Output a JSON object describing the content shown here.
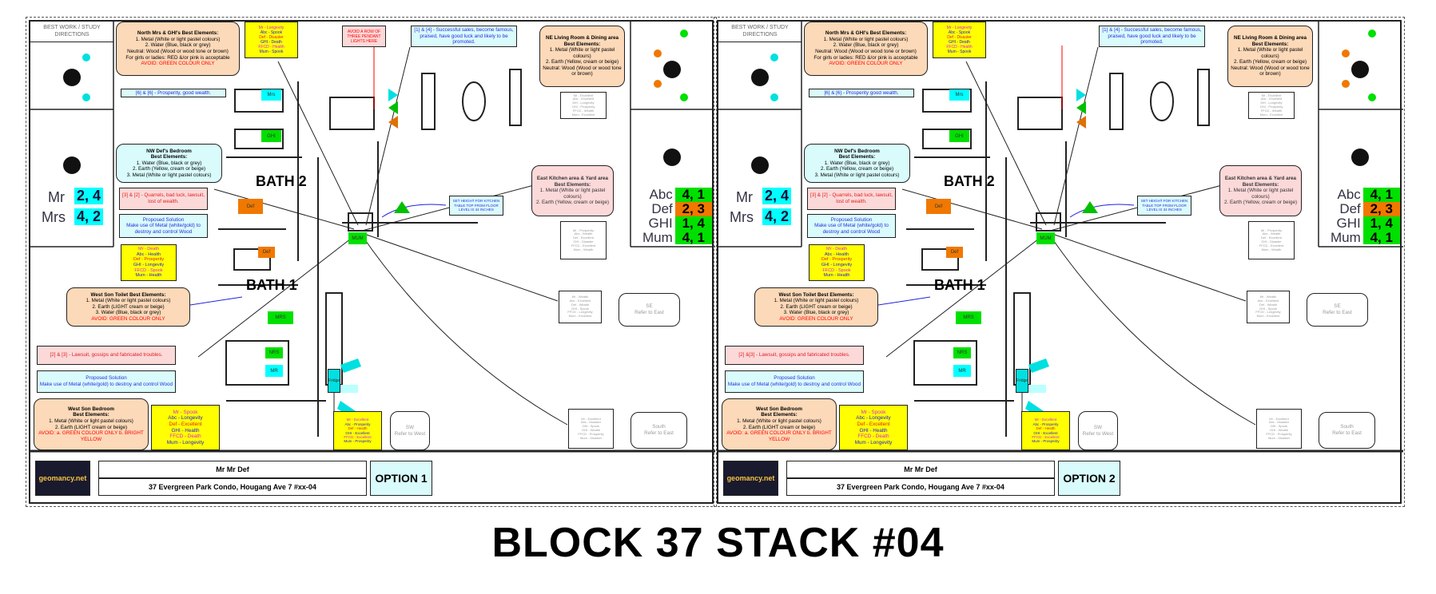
{
  "title": "BLOCK 37 STACK #04",
  "colors": {
    "peach": "#fcd9b8",
    "cyan": "#00ffff",
    "green": "#00e000",
    "orange": "#f07800",
    "yellow": "#ffff00",
    "pink": "#fcd9d9"
  },
  "panels": [
    {
      "option_label": "OPTION 1",
      "client_name": "Mr Mr Def",
      "address": "37 Evergreen Park Condo, Hougang Ave 7 #xx-04",
      "logo_text": "geomancy.net",
      "study_header": "BEST WORK / STUDY DIRECTIONS",
      "mr_label": "Mr",
      "mr_value": "2, 4",
      "mrs_label": "Mrs",
      "mrs_value": "4, 2",
      "family": [
        {
          "name": "Abc",
          "value": "4, 1",
          "color": "#00e000"
        },
        {
          "name": "Def",
          "value": "2, 3",
          "color": "#f07800"
        },
        {
          "name": "GHI",
          "value": "1, 4",
          "color": "#00e000"
        },
        {
          "name": "Mum",
          "value": "4, 1",
          "color": "#00e000"
        }
      ],
      "north_box": [
        "North Mrs & GHI's Best Elements:",
        "1. Metal (White or light pastel colours)",
        "2. Water (Blue, black or grey)",
        "Neutral: Wood (Wood or wood tone or brown)",
        "For girls or ladies: RED &/or pink is acceptable",
        "AVOID: GREEN COLOUR ONLY"
      ],
      "prosperity": "[6] & [6] - Prosperity, good wealth.",
      "avoid_lights": "AVOID A ROW OF THREE PENDANT LIGHTS HERE",
      "sales": "[1] & [4] - Successful sales, become famous, praised, have good luck and likely to be promoted.",
      "ne_box": [
        "NE Living Room & Dining area",
        "Best Elements:",
        "1. Metal (White or light pastel colours)",
        "2. Earth (Yellow, cream or beige)",
        "Neutral: Wood (Wood or wood tone or brown)"
      ],
      "nw_box": [
        "NW Def's Bedroom",
        "Best Elements:",
        "1. Water (Blue, black or grey)",
        "2. Earth (Yellow, cream or beige)",
        "3. Metal (White or light pastel colours)"
      ],
      "quarrels": "[3] & [2] - Quarrels, bad luck, lawsuit, lost of wealth.",
      "solution1": [
        "Proposed Solution",
        "Make use of Metal (white/gold) to destroy and control Wood"
      ],
      "east_box": [
        "East Kitchen area & Yard area",
        "Best Elements:",
        "1. Metal (White or light pastel colours)",
        "2. Earth (Yellow, cream or beige)"
      ],
      "hob_note": "SET HEIGHT FOR KITCHEN TABLE TOP FROM FLOOR LEVEL IS 34 INCHES",
      "toilet_box": [
        "West Son Toilet Best Elements:",
        "1. Metal (White or light pastel colours)",
        "2. Earth (LIGHT cream or beige)",
        "3. Water (Blue, black or grey)",
        "AVOID: GREEN COLOUR ONLY"
      ],
      "lawsuit": "[2] & [3] - Lawsuit, gossips and fabricated troubles.",
      "solution2": [
        "Proposed Solution",
        "Make use of Metal (white/gold) to destroy and control Wood"
      ],
      "son_bedroom": [
        "West Son Bedroom",
        "Best Elements:",
        "1. Metal (White or light pastel colours)",
        "2. Earth (LIGHT cream or beige)",
        "AVOID: a. GREEN COLOUR ONLY b. BRIGHT YELLOW"
      ],
      "yellow_north": [
        "Mr - Longevity",
        "Abc - Spook",
        "Def - Disaster",
        "GHI - Death",
        "FFCD - Health",
        "Mum - Spook"
      ],
      "yellow_nw": [
        "Mr - Death",
        "Abc - Health",
        "Def - Prosperity",
        "GHI - Longevity",
        "FFCD - Spook",
        "Mum - Health"
      ],
      "yellow_west": [
        "Mr - Spook",
        "Abc - Longevity",
        "Def - Excellent",
        "GHI - Health",
        "FFCD - Death",
        "Mum - Longevity"
      ],
      "yellow_sw": [
        "Mr - Excellent",
        "Abc - Prosperity",
        "Def - Health",
        "GHI - Excellent",
        "FFCD - Excellent",
        "Mum - Prosperity"
      ],
      "gray_ne": [
        "Mr - Excellent",
        "Abc - Excellent",
        "Def - Longevity",
        "GHI - Prosperity",
        "FFCD - Wealth",
        "Mum - Excellent"
      ],
      "gray_east": [
        "Mr - Prosperity",
        "Abc - Wealth",
        "Def - Excellent",
        "GHI - Disaster",
        "FFCD - Excellent",
        "Mum - Wealth"
      ],
      "gray_se": [
        "Mr - Wealth",
        "Abc - Excellent",
        "Def - Wealth",
        "GHI - Spook",
        "FFCD - Longevity",
        "Mum - Excellent"
      ],
      "gray_south": [
        "Mr - Excellent",
        "Abc - Disaster",
        "Def - Spook",
        "GHI - Wealth",
        "FFCD - Prosperity",
        "Mum - Disaster"
      ],
      "se_box": [
        "SE",
        "Refer to East"
      ],
      "sw_box": [
        "SW",
        "Refer to West"
      ],
      "south_box": [
        "South",
        "Refer to East"
      ],
      "bath1": "BATH 1",
      "bath2": "BATH 2",
      "rooms": {
        "mrs": "Mrs",
        "ghi": "GHI",
        "def": "Def",
        "def2": "Def",
        "mum": "MUM",
        "mrs_bed": "MRS",
        "nrs": "NRS",
        "mr": "MR",
        "fridge": "Fridge"
      }
    },
    {
      "option_label": "OPTION 2",
      "client_name": "Mr Mr Def",
      "address": "37 Evergreen Park Condo, Hougang Ave 7 #xx-04",
      "logo_text": "geomancy.net",
      "study_header": "BEST WORK / STUDY DIRECTIONS",
      "mr_label": "Mr",
      "mr_value": "2, 4",
      "mrs_label": "Mrs",
      "mrs_value": "4, 2",
      "family": [
        {
          "name": "Abc",
          "value": "4, 1",
          "color": "#00e000"
        },
        {
          "name": "Def",
          "value": "2, 3",
          "color": "#f07800"
        },
        {
          "name": "GHI",
          "value": "1, 4",
          "color": "#00e000"
        },
        {
          "name": "Mum",
          "value": "4, 1",
          "color": "#00e000"
        }
      ],
      "north_box": [
        "North Mrs & GHI's Best Elements:",
        "1. Metal (White or light pastel colours)",
        "2. Water (Blue, black or grey)",
        "Neutral: Wood (Wood or wood tone or brown)",
        "For girls or ladies: RED &/or pink is acceptable",
        "AVOID: GREEN COLOUR ONLY"
      ],
      "prosperity": "[6] & [6] - Prosperity good wealth.",
      "avoid_lights": "",
      "sales": "[1] & [4] - Successful sales, become famous, praised, have good luck and likely to be promoted.",
      "ne_box": [
        "NE Living Room & Dining area",
        "Best Elements:",
        "1. Metal (White or light pastel colours)",
        "2. Earth (Yellow, cream or beige)",
        "Neutral: Wood (Wood or wood tone or brown)"
      ],
      "nw_box": [
        "NW Def's Bedroom",
        "Best Elements:",
        "1. Water (Blue, black or grey)",
        "2. Earth (Yellow, cream or beige)",
        "3. Metal (White or light pastel colours)"
      ],
      "quarrels": "[3] & [2] - Quarrels, bad luck, lawsuit, lost of wealth.",
      "solution1": [
        "Proposed Solution",
        "Make use of Metal (white/gold) to destroy and control Wood"
      ],
      "east_box": [
        "East Kitchen area & Yard area",
        "Best Elements:",
        "1. Metal (White or light pastel colours)",
        "2. Earth (Yellow, cream or beige)"
      ],
      "hob_note": "SET HEIGHT FOR KITCHEN TABLE TOP FROM FLOOR LEVEL IS 34 INCHES",
      "toilet_box": [
        "West Son Toilet Best Elements:",
        "1. Metal (White or light pastel colours)",
        "2. Earth (LIGHT cream or beige)",
        "3. Water (Blue, black or grey)",
        "AVOID: GREEN COLOUR ONLY"
      ],
      "lawsuit": "[2] &[3] - Lawsuit, gossips and fabricated troubles.",
      "solution2": [
        "Proposed Solution",
        "Make use of Metal (white/gold) to destroy and control Wood"
      ],
      "son_bedroom": [
        "West Son Bedroom",
        "Best Elements:",
        "1. Metal (White or light pastel colours)",
        "2. Earth (LIGHT cream or beige)",
        "AVOID: a. GREEN COLOUR ONLY b. BRIGHT YELLOW"
      ],
      "yellow_north": [
        "Mr - Longevity",
        "Abc - Spook",
        "Def - Disaster",
        "GHI - Death",
        "FFCD - Health",
        "Mum - Spook"
      ],
      "yellow_nw": [
        "Mr - Death",
        "Abc - Health",
        "Def - Prosperity",
        "GHI - Longevity",
        "FFCD - Spook",
        "Mum - Health"
      ],
      "yellow_west": [
        "Mr - Spook",
        "Abc - Longevity",
        "Def - Excellent",
        "GHI - Health",
        "FFCD - Death",
        "Mum - Longevity"
      ],
      "yellow_sw": [
        "Mr - Excellent",
        "Abc - Prosperity",
        "Def - Health",
        "GHI - Excellent",
        "FFCD - Excellent",
        "Mum - Prosperity"
      ],
      "gray_ne": [
        "Mr - Excellent",
        "Abc - Excellent",
        "Def - Longevity",
        "GHI - Prosperity",
        "FFCD - Wealth",
        "Mum - Excellent"
      ],
      "gray_east": [
        "Mr - Prosperity",
        "Abc - Wealth",
        "Def - Excellent",
        "GHI - Disaster",
        "FFCD - Excellent",
        "Mum - Wealth"
      ],
      "gray_se": [
        "Mr - Wealth",
        "Abc - Excellent",
        "Def - Wealth",
        "GHI - Spook",
        "FFCD - Longevity",
        "Mum - Excellent"
      ],
      "gray_south": [
        "Mr - Excellent",
        "Abc - Disaster",
        "Def - Spook",
        "GHI - Wealth",
        "FFCD - Prosperity",
        "Mum - Disaster"
      ],
      "se_box": [
        "SE",
        "Refer to East"
      ],
      "sw_box": [
        "SW",
        "Refer to West"
      ],
      "south_box": [
        "South",
        "Refer to East"
      ],
      "bath1": "BATH 1",
      "bath2": "BATH 2",
      "rooms": {
        "mrs": "Mrs",
        "ghi": "GHI",
        "def": "Def",
        "def2": "Def",
        "mum": "MUM",
        "mrs_bed": "MRS",
        "nrs": "NRS",
        "mr": "MR",
        "fridge": "Fridge"
      }
    }
  ]
}
